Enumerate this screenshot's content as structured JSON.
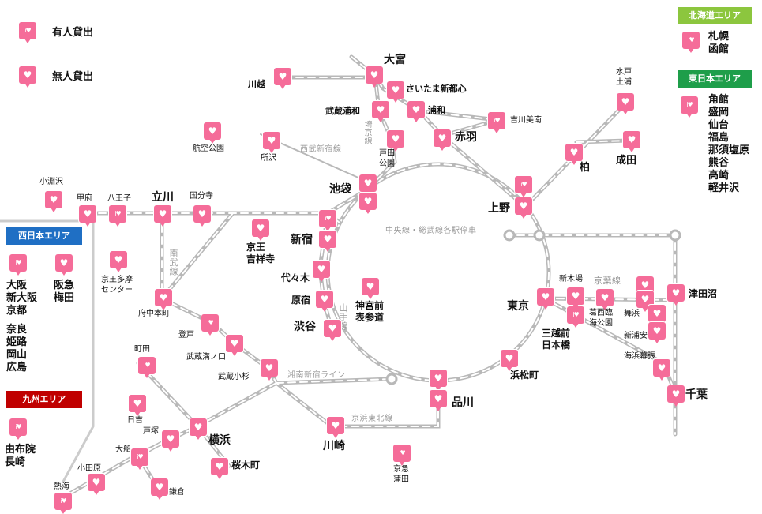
{
  "legend": {
    "staffed": "有人貸出",
    "unstaffed": "無人貸出"
  },
  "colors": {
    "pin": "#f56c99",
    "track": "#b8b8b8",
    "west_area": "#1f6fc4",
    "kyushu_area": "#c00000",
    "hokkaido_area": "#8cc63e",
    "east_area": "#1e9e4a"
  },
  "areas": {
    "hokkaido": {
      "title": "北海道エリア",
      "stations": "札幌\n函館"
    },
    "east": {
      "title": "東日本エリア",
      "stations": "角館\n盛岡\n仙台\n福島\n那須塩原\n熊谷\n高崎\n軽井沢"
    },
    "west": {
      "title": "西日本エリア",
      "col1": "大阪\n新大阪\n京都",
      "col2": "阪急\n梅田",
      "col3": "奈良\n姫路\n岡山\n広島"
    },
    "kyushu": {
      "title": "九州エリア",
      "stations": "由布院\n長崎"
    }
  },
  "line_labels": {
    "saikyo": "埼京線",
    "seibu": "西武新宿線",
    "chuo_sobu": "中央線・総武線各駅停車",
    "nambu": "南武線",
    "yamanote": "山手線",
    "keiyo": "京葉線",
    "shonan": "湘南新宿ライン",
    "keihin": "京浜東北線"
  },
  "stations": {
    "omiya": "大宮",
    "kawagoe": "川越",
    "saitama_shintoshin": "さいたま新都心",
    "musashi_urawa": "武蔵浦和",
    "urawa": "浦和",
    "kichijo_bi": "吉川美南",
    "mito": "水戸\n土浦",
    "koku_koen": "航空公園",
    "tokorozawa": "所沢",
    "toda_koen": "戸田\n公園",
    "akabane": "赤羽",
    "kashiwa": "柏",
    "narita": "成田",
    "ikebukuro": "池袋",
    "ueno": "上野",
    "obuchizawa": "小淵沢",
    "kofu": "甲府",
    "hachioji": "八王子",
    "tachikawa": "立川",
    "kokubunji": "国分寺",
    "shinjuku": "新宿",
    "keio_kichijoji": "京王\n吉祥寺",
    "yoyogi": "代々木",
    "keio_tama": "京王多摩\nセンター",
    "harajuku": "原宿",
    "jingumae": "神宮前\n表参道",
    "shibuya": "渋谷",
    "tokyo": "東京",
    "shinkiba": "新木場",
    "kasai": "葛西臨\n海公園",
    "maihama": "舞浜",
    "shinurayasu": "新浦安",
    "kaihin_makuhari": "海浜幕張",
    "tsudanuma": "津田沼",
    "chiba": "千葉",
    "mitsukoshi": "三越前\n日本橋",
    "fuchu_honmachi": "府中本町",
    "noborito": "登戸",
    "musashi_mizonokuchi": "武蔵溝ノ口",
    "musashi_kosugi": "武蔵小杉",
    "machida": "町田",
    "hiyoshi": "日吉",
    "totsuka": "戸塚",
    "yokohama": "横浜",
    "ofuna": "大船",
    "sakuragicho": "桜木町",
    "kawasaki": "川崎",
    "keikyu_kamata": "京急\n蒲田",
    "shinagawa": "品川",
    "hamamatsucho": "浜松町",
    "odawara": "小田原",
    "atami": "熱海",
    "kamakura": "鎌倉"
  }
}
